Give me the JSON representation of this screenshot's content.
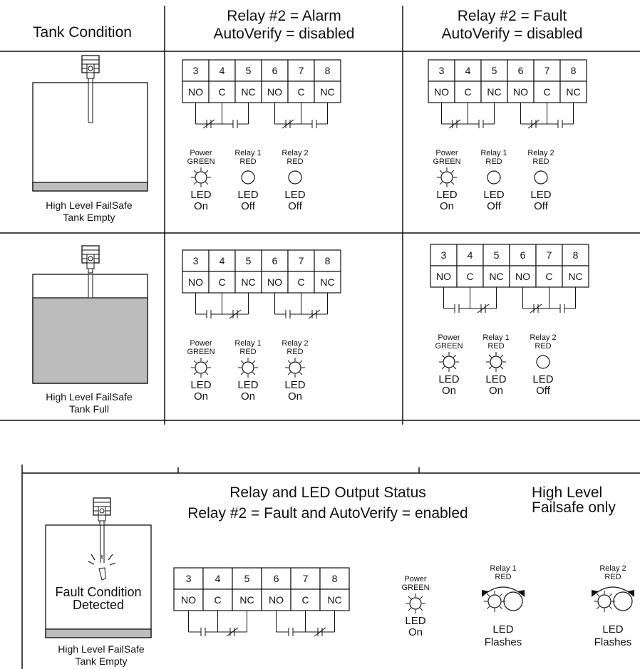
{
  "headers": {
    "tank_condition": "Tank Condition",
    "alarm_line1": "Relay #2 = Alarm",
    "alarm_line2": "AutoVerify = disabled",
    "fault_line1": "Relay #2 = Fault",
    "fault_line2": "AutoVerify = disabled"
  },
  "terminals": {
    "numbers": [
      "3",
      "4",
      "5",
      "6",
      "7",
      "8"
    ],
    "contacts": [
      "NO",
      "C",
      "NC",
      "NO",
      "C",
      "NC"
    ]
  },
  "led_labels": {
    "power": "Power",
    "green": "GREEN",
    "relay1": "Relay 1",
    "relay2": "Relay 2",
    "red": "RED",
    "led": "LED",
    "on": "On",
    "off": "Off",
    "flashes": "Flashes"
  },
  "rows": [
    {
      "caption_line1": "High Level FailSafe",
      "caption_line2": "Tank Empty",
      "alarm": {
        "power": "On",
        "relay1": "Off",
        "relay2": "Off"
      },
      "fault": {
        "power": "On",
        "relay1": "Off",
        "relay2": "Off"
      }
    },
    {
      "caption_line1": "High Level FailSafe",
      "caption_line2": "Tank Full",
      "alarm": {
        "power": "On",
        "relay1": "On",
        "relay2": "On"
      },
      "fault": {
        "power": "On",
        "relay1": "On",
        "relay2": "Off"
      }
    }
  ],
  "bottom": {
    "title_line1": "Relay and LED Output Status",
    "title_line2": "Relay #2 = Fault and AutoVerify = enabled",
    "side_line1": "High Level",
    "side_line2": "Failsafe only",
    "fault_line1": "Fault Condition",
    "fault_line2": "Detected",
    "caption_line1": "High Level FailSafe",
    "caption_line2": "Tank Empty",
    "power_status": "On",
    "relay1_status": "Flashes",
    "relay2_status": "Flashes"
  }
}
